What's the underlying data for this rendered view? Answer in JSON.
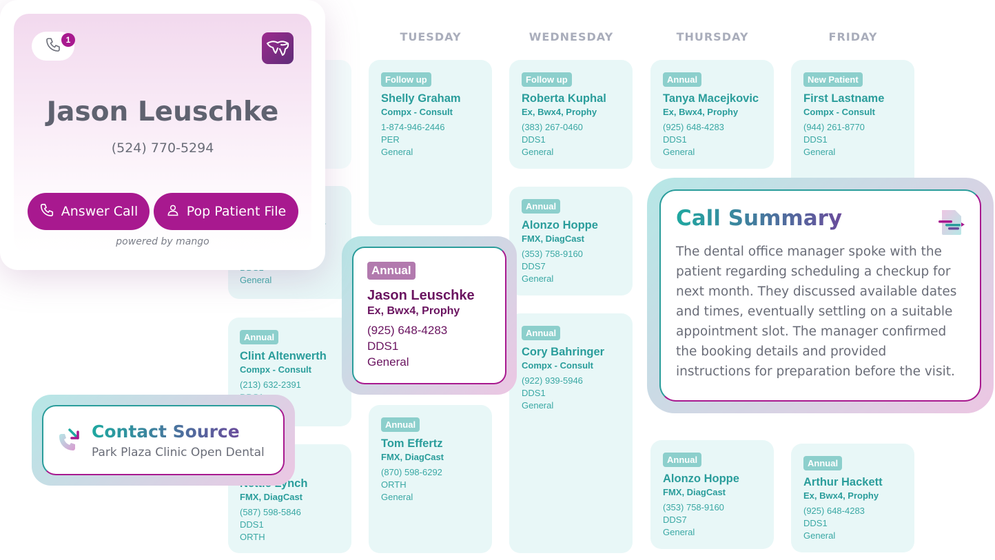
{
  "days": [
    "TUESDAY",
    "WEDNESDAY",
    "THURSDAY",
    "FRIDAY"
  ],
  "appointments": {
    "tue1": {
      "badge": "Follow up",
      "name": "Shelly Graham",
      "procedure": "Compx - Consult",
      "phone": "1-874-946-2446",
      "provider": "PER",
      "type": "General"
    },
    "tue2": {
      "badge": "Annual",
      "name": "Tom Effertz",
      "procedure": "FMX, DiagCast",
      "phone": "(870) 598-6292",
      "provider": "ORTH",
      "type": "General"
    },
    "wed1": {
      "badge": "Follow up",
      "name": "Roberta Kuphal",
      "procedure": "Ex, Bwx4, Prophy",
      "phone": "(383) 267-0460",
      "provider": "DDS1",
      "type": "General"
    },
    "wed2": {
      "badge": "Annual",
      "name": "Alonzo Hoppe",
      "procedure": "FMX, DiagCast",
      "phone": "(353) 758-9160",
      "provider": "DDS7",
      "type": "General"
    },
    "wed3": {
      "badge": "Annual",
      "name": "Cory Bahringer",
      "procedure": "Compx - Consult",
      "phone": "(922) 939-5946",
      "provider": "DDS1",
      "type": "General"
    },
    "thu1": {
      "badge": "Annual",
      "name": "Tanya Macejkovic",
      "procedure": "Ex, Bwx4, Prophy",
      "phone": "(925) 648-4283",
      "provider": "DDS1",
      "type": "General"
    },
    "thu2": {
      "badge": "Annual",
      "name": "Alonzo Hoppe",
      "procedure": "FMX, DiagCast",
      "phone": "(353) 758-9160",
      "provider": "DDS7",
      "type": "General"
    },
    "fri1": {
      "badge": "New Patient",
      "name": "First Lastname",
      "procedure": "Compx - Consult",
      "phone": "(944) 261-8770",
      "provider": "DDS1",
      "type": "General"
    },
    "fri2": {
      "badge": "Annual",
      "name": "Arthur Hackett",
      "procedure": "Ex, Bwx4, Prophy",
      "phone": "(925) 648-4283",
      "provider": "DDS1",
      "type": "General"
    },
    "mon2": {
      "name_tail": "er",
      "provider": "DDS1",
      "type": "General"
    },
    "mon3": {
      "badge": "Annual",
      "name": "Clint Altenwerth",
      "procedure": "Compx - Consult",
      "phone": "(213) 632-2391",
      "provider": "DDS1"
    },
    "mon4": {
      "name": "Nettie Lynch",
      "procedure": "FMX, DiagCast",
      "phone": "(587) 598-5846",
      "provider": "DDS1",
      "type": "ORTH"
    }
  },
  "highlight": {
    "badge": "Annual",
    "name": "Jason Leuschke",
    "procedure": "Ex, Bwx4, Prophy",
    "phone": "(925) 648-4283",
    "provider": "DDS1",
    "type": "General"
  },
  "caller": {
    "notification_count": "1",
    "name": "Jason Leuschke",
    "phone": "(524) 770-5294",
    "answer_label": "Answer Call",
    "pop_label": "Pop Patient File",
    "powered": "powered by mango"
  },
  "summary": {
    "title": "Call Summary",
    "text": "The dental office manager spoke with the patient regarding scheduling a checkup for next month. They discussed available dates and times, eventually settling on a suitable appointment slot. The manager confirmed the booking details and provided instructions for preparation before the visit."
  },
  "contact_source": {
    "title": "Contact Source",
    "subtitle": "Park Plaza Clinic Open Dental"
  },
  "colors": {
    "brand": "#a8198f",
    "teal": "#2a9d9b",
    "card_bg": "#e8f7f7"
  }
}
